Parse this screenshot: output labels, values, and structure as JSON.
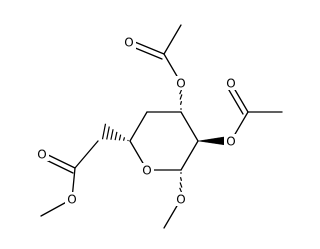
{
  "molecule": {
    "atoms": {
      "ring_o": "O",
      "methoxy_o": "O",
      "o2": "O",
      "ac2_o": "O",
      "o3": "O",
      "ac3_o": "O",
      "ester_carbonyl_o": "O",
      "ester_o": "O"
    }
  }
}
